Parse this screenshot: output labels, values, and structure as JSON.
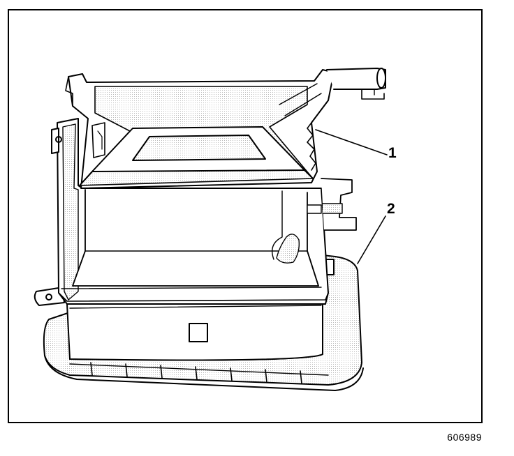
{
  "callouts": [
    {
      "label": "1"
    },
    {
      "label": "2"
    }
  ],
  "figure_id": "606989",
  "colors": {
    "line": "#000000",
    "background": "#ffffff",
    "shade": "#e8e8e8"
  }
}
